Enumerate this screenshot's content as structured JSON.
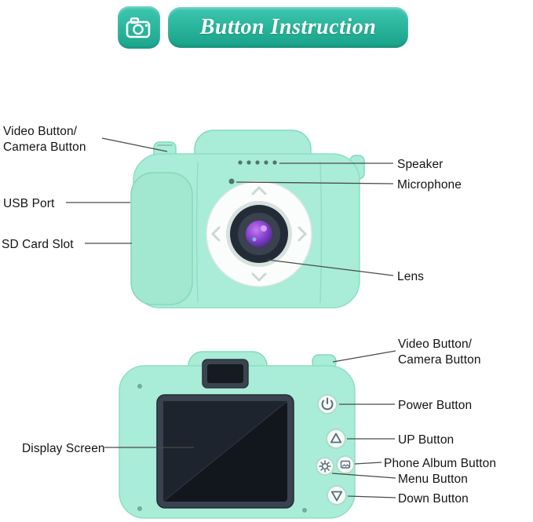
{
  "header": {
    "title": "Button Instruction"
  },
  "front_view": {
    "labels": {
      "video_camera": "Video Button/\nCamera Button",
      "usb_port": "USB Port",
      "sd_card_slot": "SD Card Slot",
      "speaker": "Speaker",
      "microphone": "Microphone",
      "lens": "Lens"
    }
  },
  "back_view": {
    "labels": {
      "video_camera": "Video Button/\nCamera Button",
      "power": "Power Button",
      "up": "UP Button",
      "phone_album": "Phone Album Button",
      "menu": "Menu Button",
      "down": "Down Button",
      "display_screen": "Display Screen"
    }
  },
  "icons": {
    "header_icon": "camera-icon",
    "power_icon": "power-icon",
    "up_icon": "up-triangle-icon",
    "down_icon": "down-triangle-icon",
    "menu_icon": "gear-icon",
    "album_icon": "photo-album-icon"
  },
  "colors": {
    "banner_teal": "#2bb99f",
    "camera_mint": "#a9ecd7",
    "camera_edge": "#7cd6b6",
    "screen_dark": "#12171d",
    "label_text": "#141414",
    "lens_purple": "#8a46d2"
  }
}
